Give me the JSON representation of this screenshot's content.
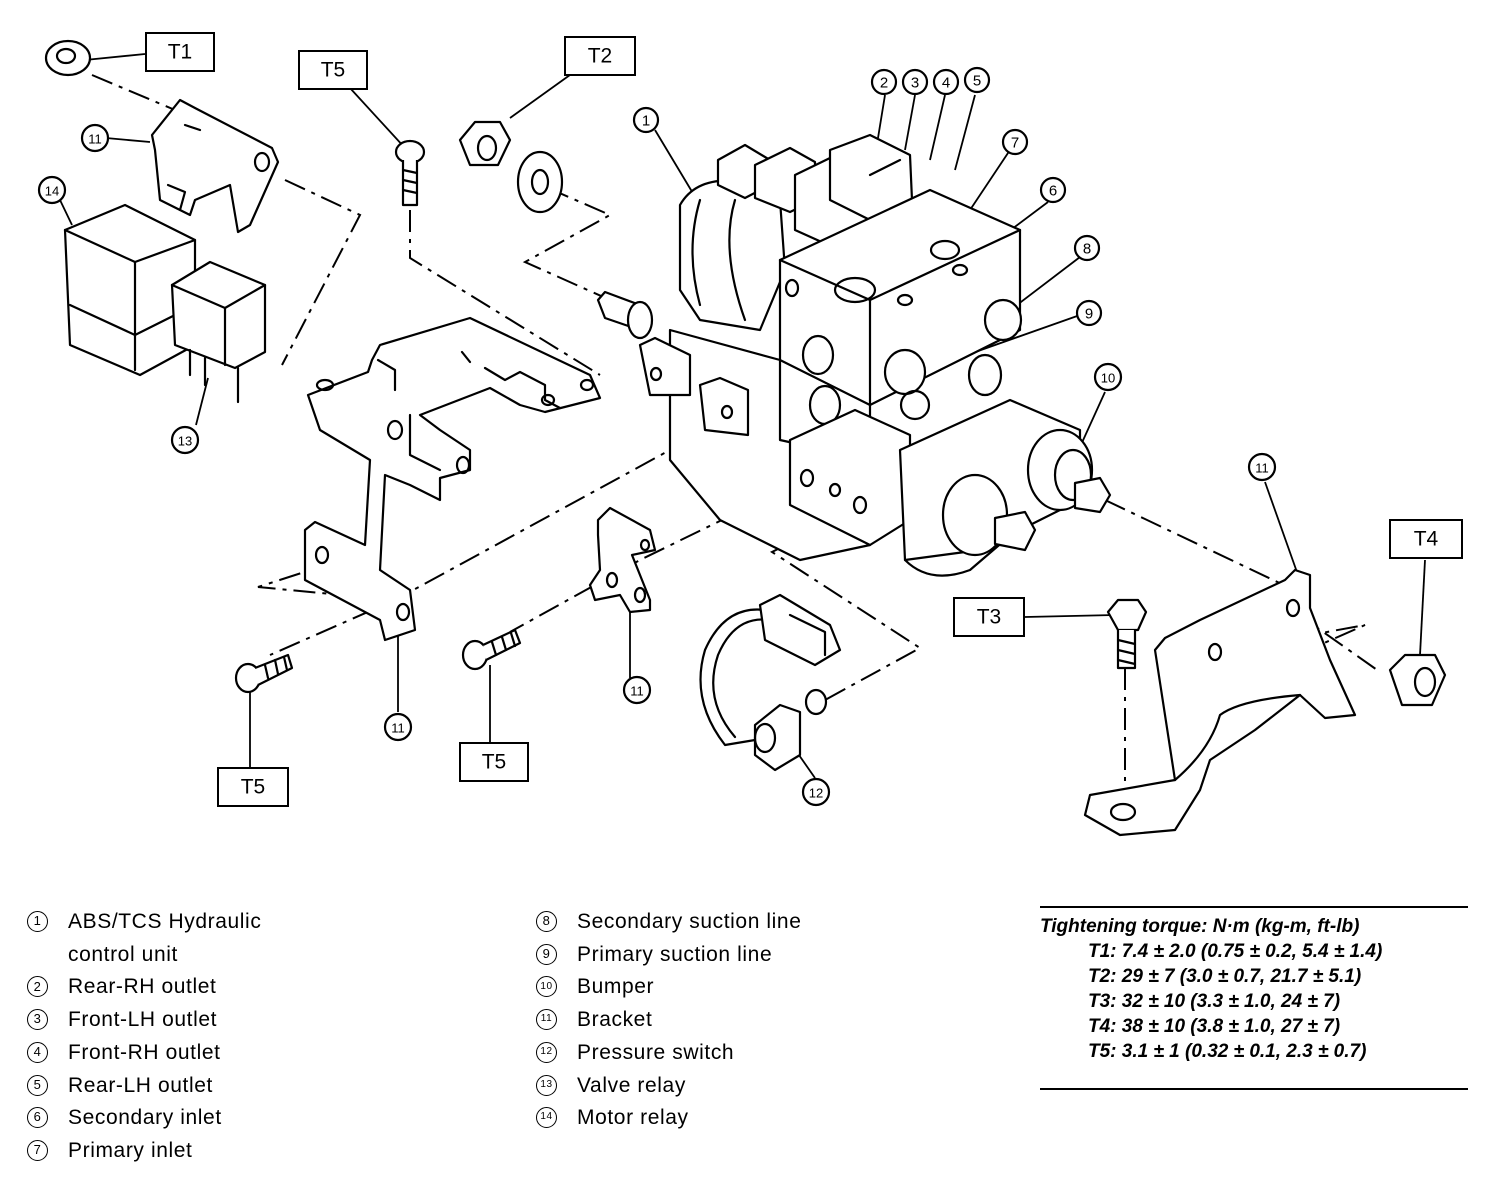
{
  "torque_labels": {
    "t1": "T1",
    "t2": "T2",
    "t3": "T3",
    "t4": "T4",
    "t5": "T5"
  },
  "callouts": [
    "1",
    "2",
    "3",
    "4",
    "5",
    "6",
    "7",
    "8",
    "9",
    "10",
    "11",
    "12",
    "13",
    "14"
  ],
  "legend_left": [
    {
      "num": "1",
      "label": "ABS/TCS Hydraulic control unit"
    },
    {
      "num": "2",
      "label": "Rear-RH outlet"
    },
    {
      "num": "3",
      "label": "Front-LH outlet"
    },
    {
      "num": "4",
      "label": "Front-RH outlet"
    },
    {
      "num": "5",
      "label": "Rear-LH outlet"
    },
    {
      "num": "6",
      "label": "Secondary inlet"
    },
    {
      "num": "7",
      "label": "Primary inlet"
    }
  ],
  "legend_right": [
    {
      "num": "8",
      "label": "Secondary suction line"
    },
    {
      "num": "9",
      "label": "Primary suction line"
    },
    {
      "num": "10",
      "label": "Bumper"
    },
    {
      "num": "11",
      "label": "Bracket"
    },
    {
      "num": "12",
      "label": "Pressure switch"
    },
    {
      "num": "13",
      "label": "Valve relay"
    },
    {
      "num": "14",
      "label": "Motor relay"
    }
  ],
  "torque_table": {
    "title": "Tightening torque: N·m (kg-m, ft-lb)",
    "rows": [
      "T1: 7.4 ± 2.0 (0.75 ± 0.2, 5.4 ± 1.4)",
      "T2: 29 ± 7 (3.0 ± 0.7, 21.7 ± 5.1)",
      "T3: 32 ± 10 (3.3 ± 1.0, 24 ± 7)",
      "T4: 38 ± 10 (3.8 ± 1.0, 27 ± 7)",
      "T5: 3.1 ± 1 (0.32 ± 0.1, 2.3 ± 0.7)"
    ]
  }
}
